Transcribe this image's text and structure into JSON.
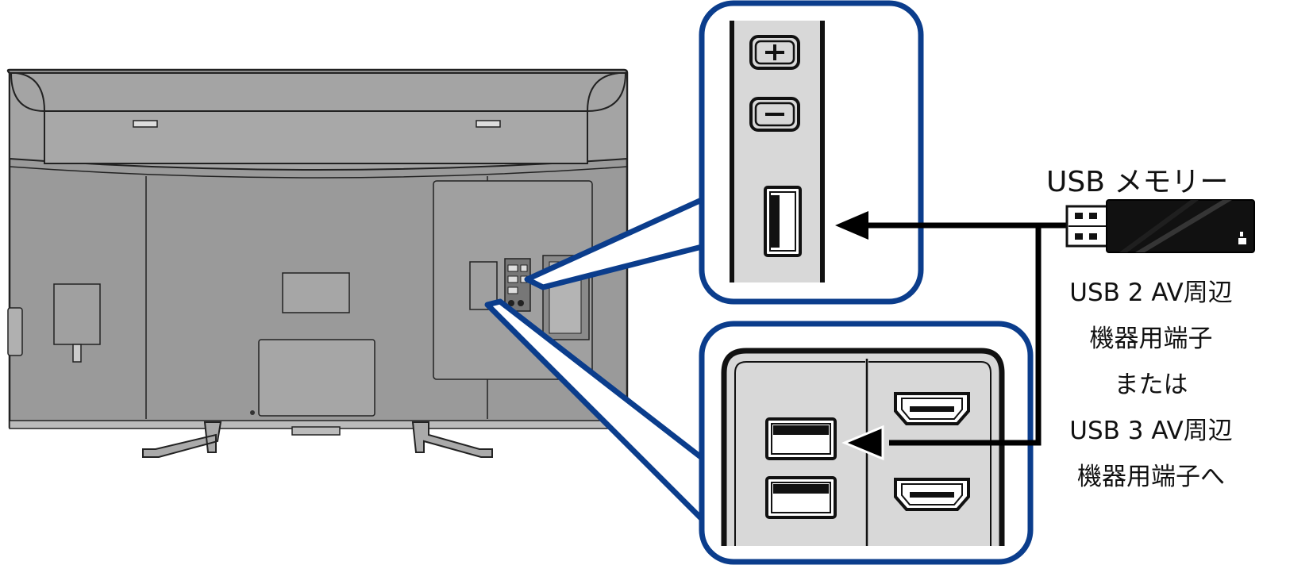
{
  "labels": {
    "usb_memory": "USB メモリー",
    "caption_lines": [
      "USB 2 AV周辺",
      "機器用端子",
      "または",
      "USB 3 AV周辺",
      "機器用端子へ"
    ]
  },
  "colors": {
    "callout_border": "#0b3d8c",
    "tv_body": "#9a9a9a",
    "tv_outline": "#222222",
    "panel_fill": "#d8d8d8",
    "usb_stick": "#111111",
    "arrow": "#000000"
  },
  "icons": {
    "volume_plus": "plus-icon",
    "volume_minus": "minus-icon"
  }
}
